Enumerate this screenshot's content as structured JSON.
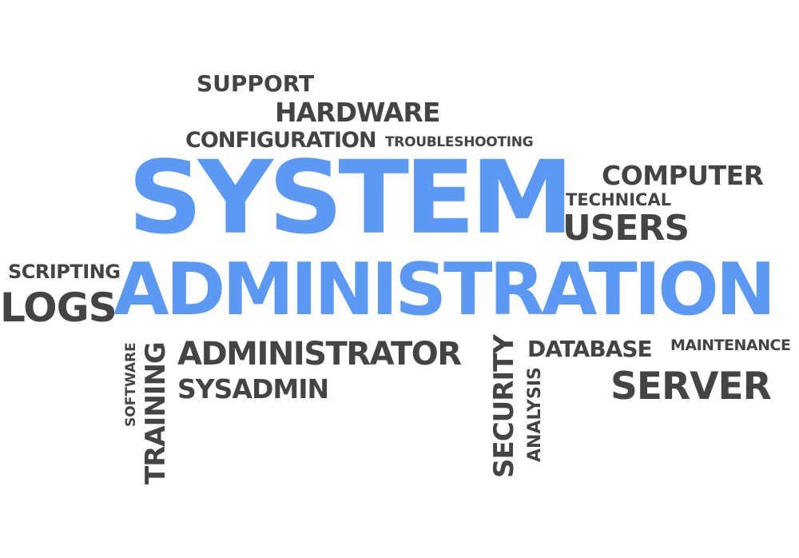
{
  "colors": {
    "primary_text": "#444444",
    "accent": "#5b99f5",
    "background": "#ffffff"
  },
  "words": {
    "support": "SUPPORT",
    "hardware": "HARDWARE",
    "configuration": "CONFIGURATION",
    "troubleshooting": "TROUBLESHOOTING",
    "system": "SYSTEM",
    "computer": "COMPUTER",
    "technical": "TECHNICAL",
    "users": "USERS",
    "scripting": "SCRIPTING",
    "logs": "LOGS",
    "administration": "ADMINISTRATION",
    "software": "SOFTWARE",
    "training": "TRAINING",
    "administrator": "ADMINISTRATOR",
    "sysadmin": "SYSADMIN",
    "security": "SECURITY",
    "analysis": "ANALYSIS",
    "database": "DATABASE",
    "maintenance": "MAINTENANCE",
    "server": "SERVER"
  }
}
